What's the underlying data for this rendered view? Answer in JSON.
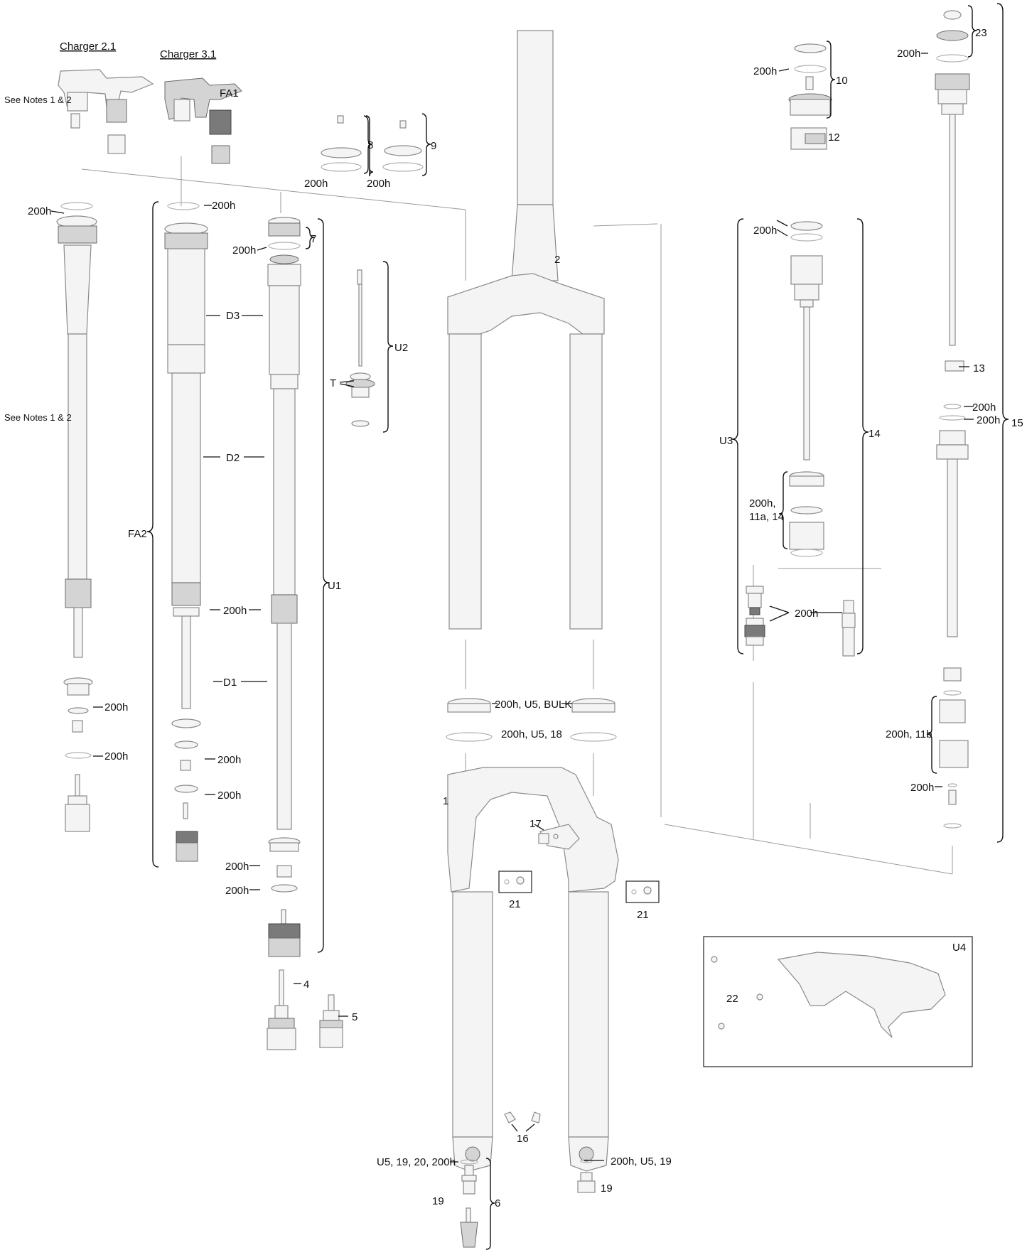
{
  "headings": {
    "charger21": "Charger 2.1",
    "charger31": "Charger 3.1"
  },
  "notes": {
    "top": "See Notes 1 & 2",
    "middle": "See Notes 1 & 2"
  },
  "callouts": {
    "fa1": "FA1",
    "fa2": "FA2",
    "u1": "U1",
    "u2": "U2",
    "u3": "U3",
    "u4": "U4",
    "d1": "D1",
    "d2": "D2",
    "d3": "D3",
    "t": "T",
    "n1": "1",
    "n2": "2",
    "n4": "4",
    "n5": "5",
    "n6": "6",
    "n7": "7",
    "n8": "8",
    "n9": "9",
    "n10": "10",
    "n12": "12",
    "n13": "13",
    "n14": "14",
    "n15": "15",
    "n16": "16",
    "n17": "17",
    "n19a": "19",
    "n19b": "19",
    "n21a": "21",
    "n21b": "21",
    "n22": "22",
    "n23": "23"
  },
  "service_labels": {
    "s200h": "200h",
    "s200h_11a_14_line1": "200h,",
    "s200h_11a_14_line2": "11a, 14",
    "s200h_u5_bulk": "200h, U5, BULK",
    "s200h_u5_18": "200h, U5, 18",
    "s200h_11b": "200h, 11b",
    "s200h_u5_19": "200h, U5, 19",
    "s_u5_19_20_200h": "U5, 19, 20, 200h"
  }
}
